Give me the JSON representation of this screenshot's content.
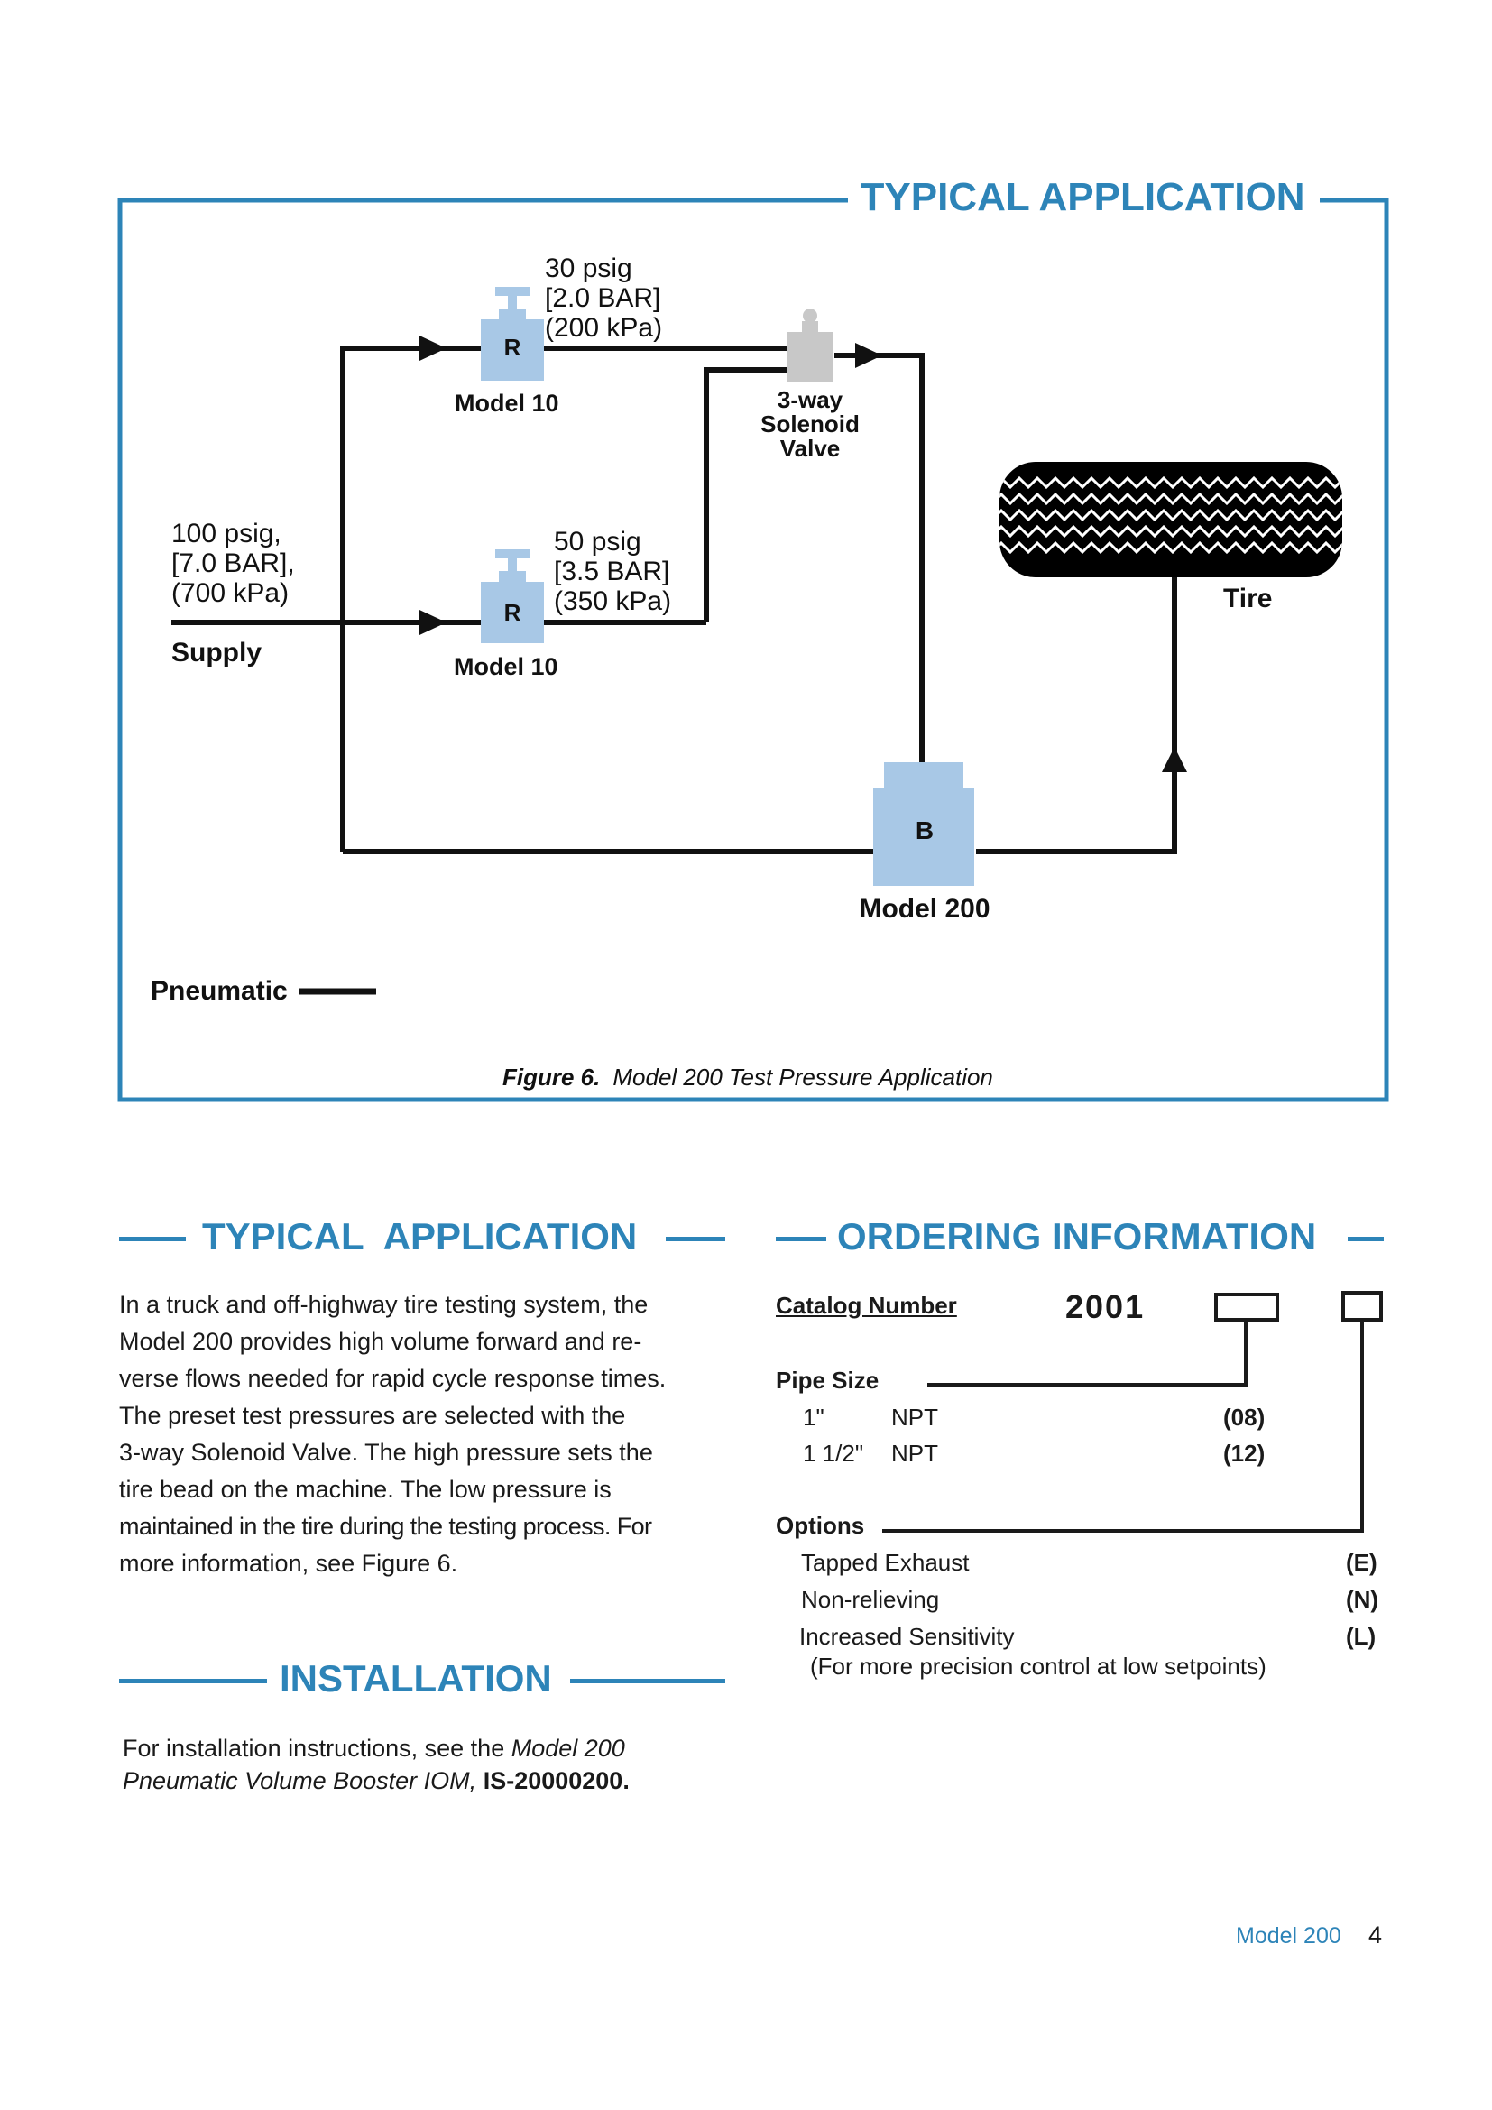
{
  "figure": {
    "frame_title": "TYPICAL APPLICATION",
    "regulator_top": {
      "letter": "R",
      "model": "Model 10",
      "pressure": [
        "30 psig",
        "[2.0 BAR]",
        "(200 kPa)"
      ]
    },
    "regulator_bottom": {
      "letter": "R",
      "model": "Model 10",
      "pressure": [
        "50 psig",
        "[3.5 BAR]",
        "(350 kPa)"
      ]
    },
    "supply": {
      "pressure": [
        "100 psig,",
        "[7.0 BAR],",
        "(700 kPa)"
      ],
      "label": "Supply"
    },
    "solenoid": {
      "label": [
        "3-way",
        "Solenoid",
        "Valve"
      ]
    },
    "booster": {
      "letter": "B",
      "model": "Model 200"
    },
    "tire": {
      "label": "Tire"
    },
    "legend": {
      "label": "Pneumatic"
    },
    "caption": {
      "number": "Figure 6.",
      "text": "Model 200 Test Pressure Application"
    }
  },
  "typical_application": {
    "title": "TYPICAL  APPLICATION",
    "lines": [
      "In a truck and off-highway tire testing system, the",
      "Model 200 provides high volume forward and re-",
      "verse flows needed for rapid cycle response times.",
      "The preset test pressures are selected with the",
      "3-way Solenoid Valve.  The high pressure sets the",
      "tire bead on the machine.   The low pressure is",
      "maintained in the tire during the testing process. For",
      "more information, see Figure 6."
    ]
  },
  "installation": {
    "title": "INSTALLATION",
    "text_start": "For installation instructions, see the",
    "doc_title": "Model 200",
    "doc_title_2": "Pneumatic Volume Booster IOM,",
    "doc_number": "IS-20000200."
  },
  "ordering": {
    "title": "ORDERING INFORMATION",
    "catalog_label": "Catalog Number",
    "catalog_number": "2001",
    "pipe_size_label": "Pipe Size",
    "pipe_sizes": [
      {
        "size": "1\"",
        "type": "NPT",
        "code": "(08)"
      },
      {
        "size": "1 1/2\"",
        "type": "NPT",
        "code": "(12)"
      }
    ],
    "options_label": "Options",
    "options": [
      {
        "name": "Tapped Exhaust",
        "code": "(E)"
      },
      {
        "name": "Non-relieving",
        "code": "(N)"
      },
      {
        "name": "Increased Sensitivity",
        "code": "(L)"
      }
    ],
    "options_note": "(For more precision control at low setpoints)"
  },
  "footer": {
    "doc_name": "Model 200",
    "page": "4"
  },
  "colors": {
    "accent": "#2d84b8",
    "component": "#a8c8e6",
    "solenoid": "#c8c8c8"
  }
}
